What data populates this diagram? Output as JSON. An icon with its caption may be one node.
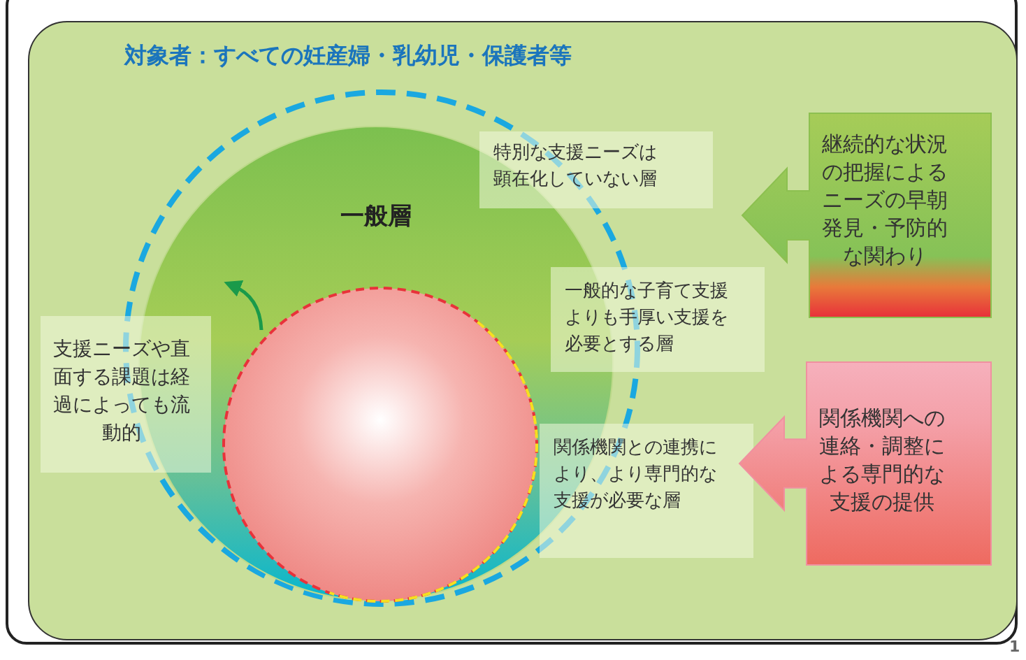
{
  "diagram": {
    "nodes": [
      {
        "text": [
          "対象者：すべての妊産婦・乳幼児・保護者等"
        ]
      },
      {
        "text": [],
        "shape": "circle",
        "in": 0
      },
      {
        "text": [
          "一般層"
        ],
        "in": 1
      },
      {
        "text": [],
        "shape": "circle",
        "in": 2
      },
      {
        "text": [
          "特別な支援ニーズは顕在化していない層"
        ],
        "in": 0
      },
      {
        "text": [
          "一般的な子育て支援よりも手厚い支援を必要とする層"
        ],
        "in": 0
      },
      {
        "text": [
          "関係機関との連携により、より専門的な支援が必要な層"
        ],
        "in": 0
      },
      {
        "text": [
          "支援ニーズや直面する課題は経過によっても流動的"
        ],
        "in": 0
      },
      {
        "text": [
          "継続的な状況の把握によるニーズの早朝発見・予防的な関わり"
        ],
        "in": 0
      },
      {
        "text": [
          "関係機関への連絡・調整による専門的な支援の提供"
        ],
        "in": 0
      }
    ],
    "edges": [],
    "labels": [
      "1"
    ]
  }
}
